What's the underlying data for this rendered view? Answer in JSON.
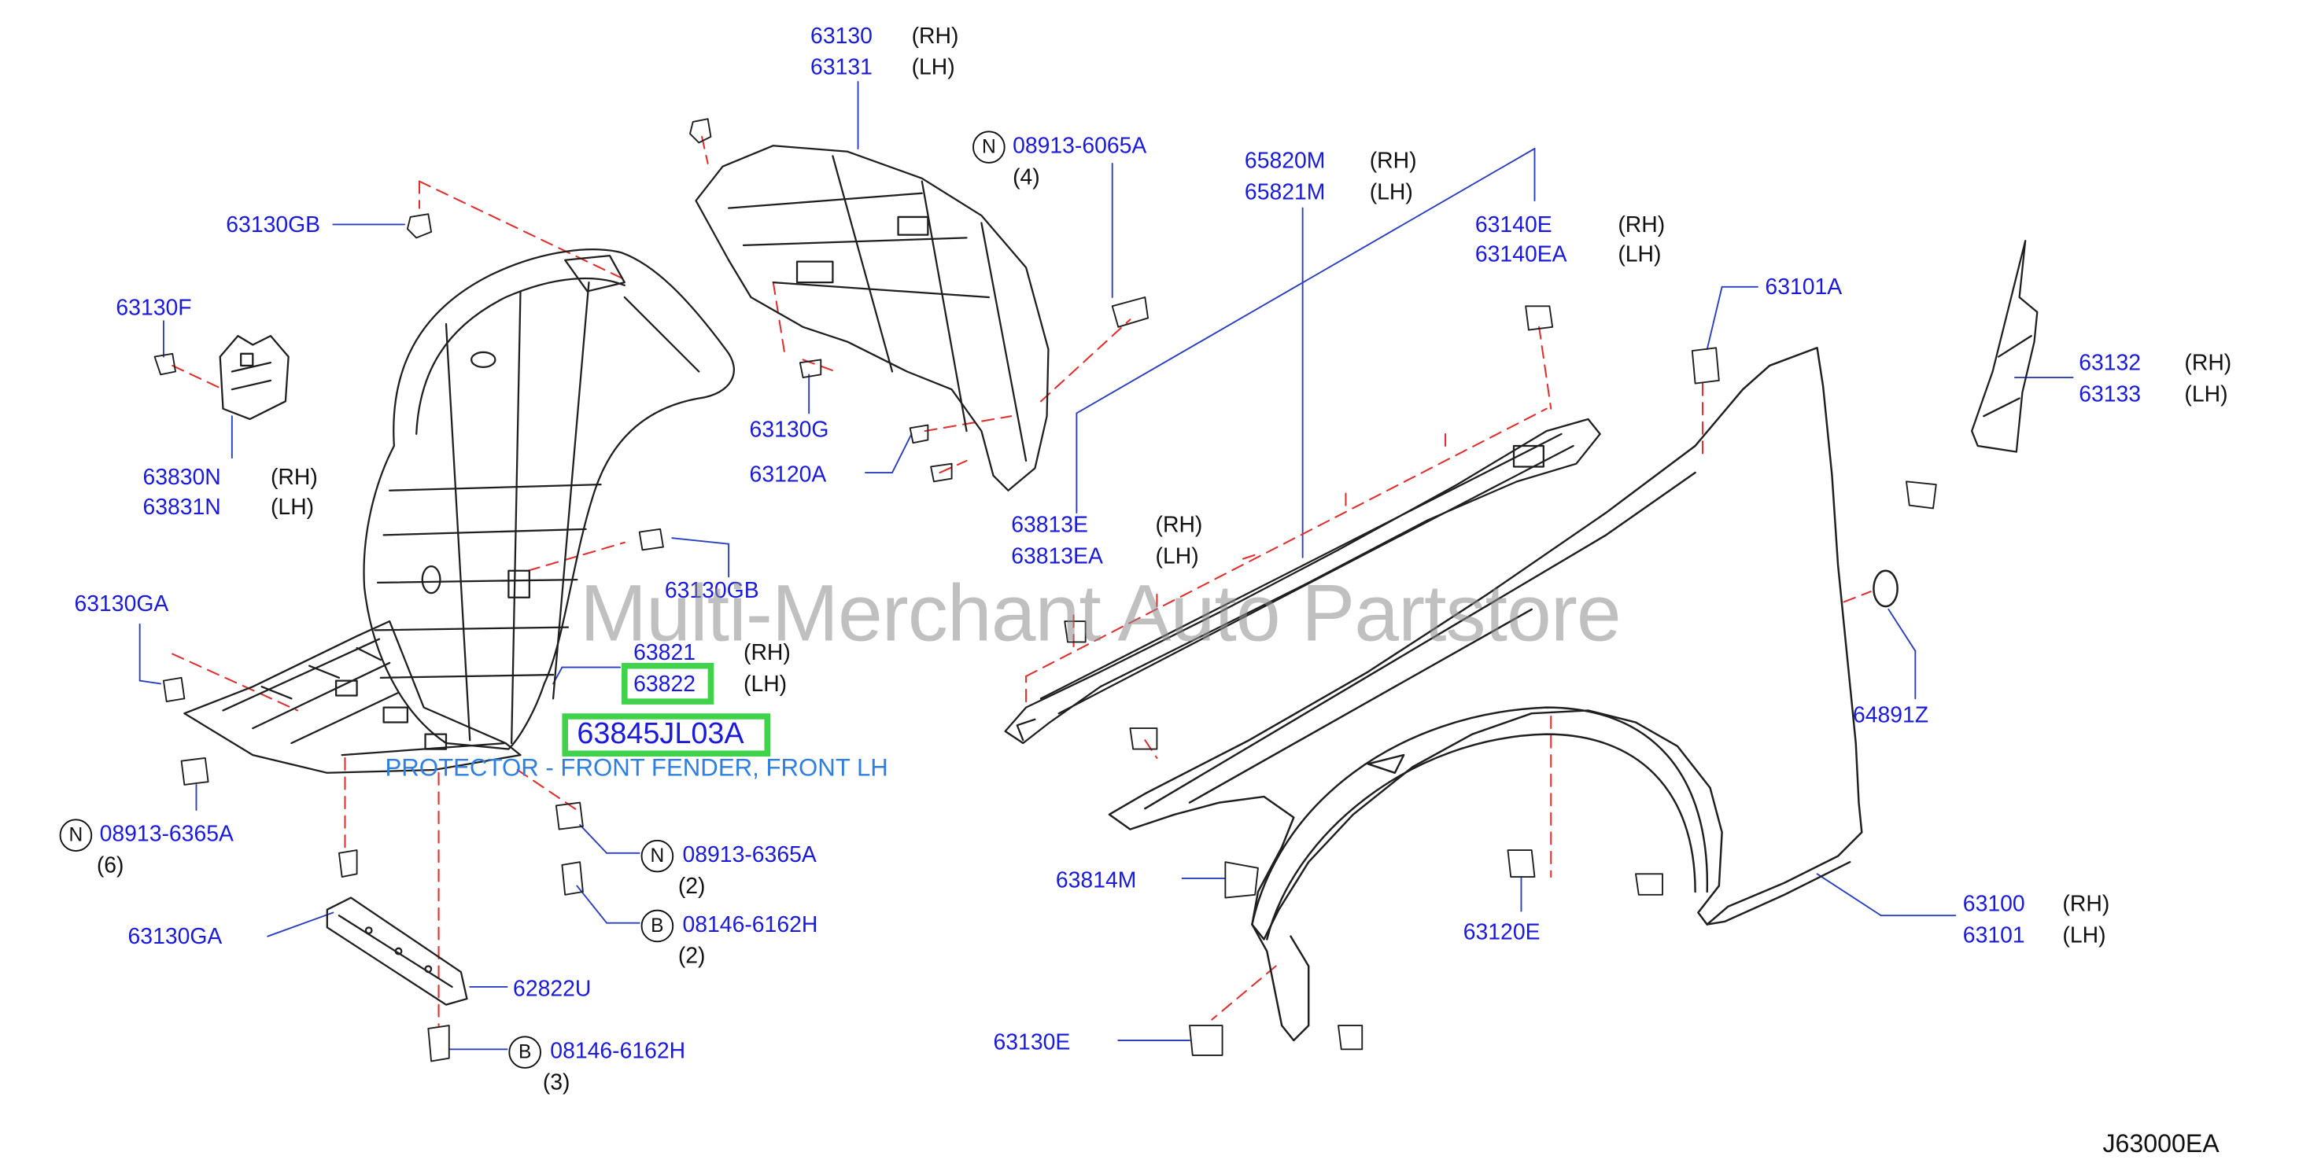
{
  "watermark": "Multi-Merchant Auto Partstore",
  "highlight": {
    "part_number": "63845JL03A",
    "description": "PROTECTOR - FRONT FENDER, FRONT LH",
    "boxed_label": "63822"
  },
  "diagram_code": "J63000EA",
  "callouts": [
    {
      "id": "63130",
      "text": "63130",
      "side": "(RH)"
    },
    {
      "id": "63131",
      "text": "63131",
      "side": "(LH)"
    },
    {
      "id": "08913-6065A",
      "circle": "N",
      "text": "08913-6065A",
      "qty": "(4)"
    },
    {
      "id": "65820M",
      "text": "65820M",
      "side": "(RH)"
    },
    {
      "id": "65821M",
      "text": "65821M",
      "side": "(LH)"
    },
    {
      "id": "63140E",
      "text": "63140E",
      "side": "(RH)"
    },
    {
      "id": "63140EA",
      "text": "63140EA",
      "side": "(LH)"
    },
    {
      "id": "63101A",
      "text": "63101A"
    },
    {
      "id": "63132",
      "text": "63132",
      "side": "(RH)"
    },
    {
      "id": "63133",
      "text": "63133",
      "side": "(LH)"
    },
    {
      "id": "63130GB-top",
      "text": "63130GB"
    },
    {
      "id": "63130F",
      "text": "63130F"
    },
    {
      "id": "63830N",
      "text": "63830N",
      "side": "(RH)"
    },
    {
      "id": "63831N",
      "text": "63831N",
      "side": "(LH)"
    },
    {
      "id": "63130G",
      "text": "63130G"
    },
    {
      "id": "63120A",
      "text": "63120A"
    },
    {
      "id": "63813E",
      "text": "63813E",
      "side": "(RH)"
    },
    {
      "id": "63813EA",
      "text": "63813EA",
      "side": "(LH)"
    },
    {
      "id": "63130GB-mid",
      "text": "63130GB"
    },
    {
      "id": "63130GA-top",
      "text": "63130GA"
    },
    {
      "id": "63821",
      "text": "63821",
      "side": "(RH)"
    },
    {
      "id": "63822",
      "text": "63822",
      "side": "(LH)"
    },
    {
      "id": "64891Z",
      "text": "64891Z"
    },
    {
      "id": "08913-6365A-left",
      "circle": "N",
      "text": "08913-6365A",
      "qty": "(6)"
    },
    {
      "id": "08913-6365A-right",
      "circle": "N",
      "text": "08913-6365A",
      "qty": "(2)"
    },
    {
      "id": "63814M",
      "text": "63814M"
    },
    {
      "id": "08146-6162H-mid",
      "circle": "B",
      "text": "08146-6162H",
      "qty": "(2)"
    },
    {
      "id": "63100",
      "text": "63100",
      "side": "(RH)"
    },
    {
      "id": "63101",
      "text": "63101",
      "side": "(LH)"
    },
    {
      "id": "63130GA-bottom",
      "text": "63130GA"
    },
    {
      "id": "63120E",
      "text": "63120E"
    },
    {
      "id": "62822U",
      "text": "62822U"
    },
    {
      "id": "63130E",
      "text": "63130E"
    },
    {
      "id": "08146-6162H-bottom",
      "circle": "B",
      "text": "08146-6162H",
      "qty": "(3)"
    }
  ]
}
